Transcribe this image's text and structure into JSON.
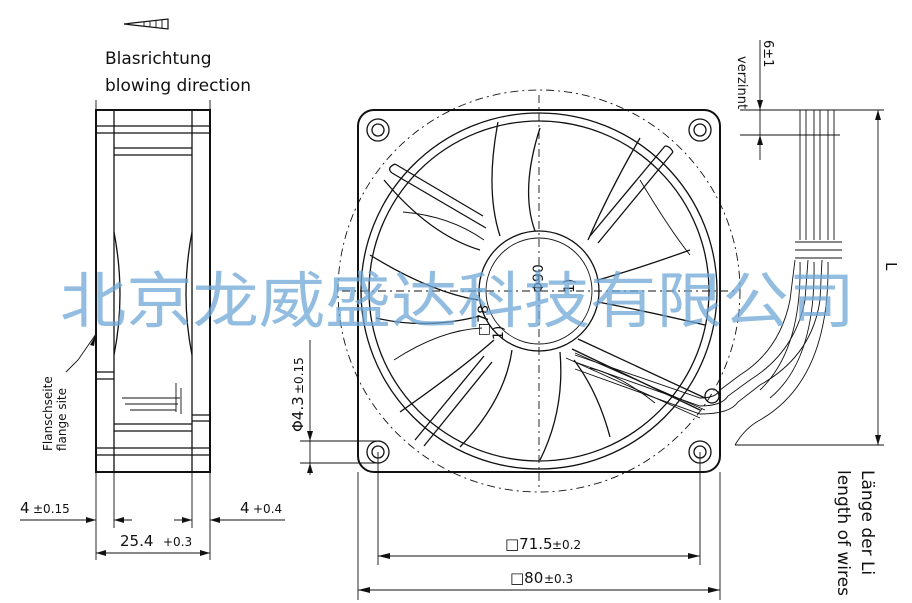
{
  "blowing": {
    "line1": "Blasrichtung",
    "line2": "blowing direction"
  },
  "flange": {
    "line1": "Flanschseite",
    "line2": "flange site"
  },
  "dims": {
    "left_4": "4",
    "left_4_tol": "±0.15",
    "right_4": "4",
    "right_4_tol": "+0.4",
    "depth": "25.4",
    "depth_tol": "+0.3",
    "hole_dia": "Φ4.3",
    "hole_tol": "±0.15",
    "inner_sq": "□71.5",
    "inner_tol": "±0.2",
    "outer_sq": "□80",
    "outer_tol": "±0.3",
    "dia90": "Φ90",
    "sq78": "□78",
    "note1": "1)",
    "note2": "1)",
    "tin_len": "6±1",
    "tin_word": "verzinnt",
    "L": "L"
  },
  "wires": {
    "de": "Länge der Li",
    "en": "length of wires"
  },
  "watermark": "北京龙威盛达科技有限公司"
}
